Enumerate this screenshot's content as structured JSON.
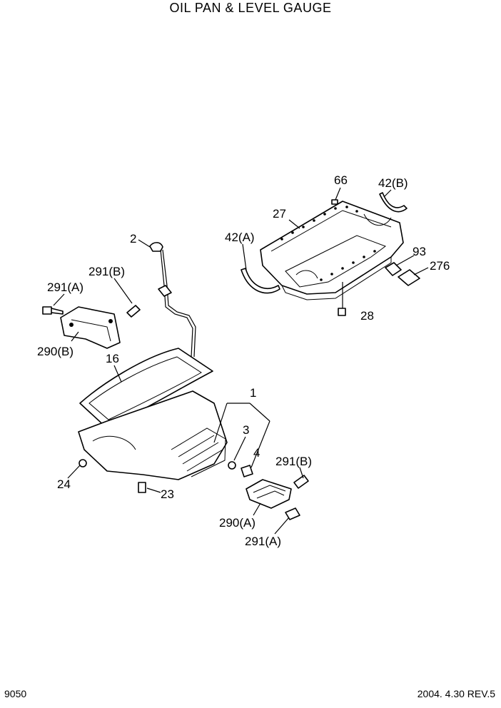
{
  "title": "OIL PAN & LEVEL GAUGE",
  "page_number": "9050",
  "revision": "2004. 4.30 REV.5",
  "callouts": {
    "c66": "66",
    "c42b": "42(B)",
    "c27": "27",
    "c42a": "42(A)",
    "c93": "93",
    "c276": "276",
    "c28": "28",
    "c2": "2",
    "c291b_top": "291(B)",
    "c291a_top": "291(A)",
    "c290b": "290(B)",
    "c16": "16",
    "c1": "1",
    "c3": "3",
    "c4": "4",
    "c291b_bot": "291(B)",
    "c24": "24",
    "c23": "23",
    "c290a": "290(A)",
    "c291a_bot": "291(A)"
  }
}
